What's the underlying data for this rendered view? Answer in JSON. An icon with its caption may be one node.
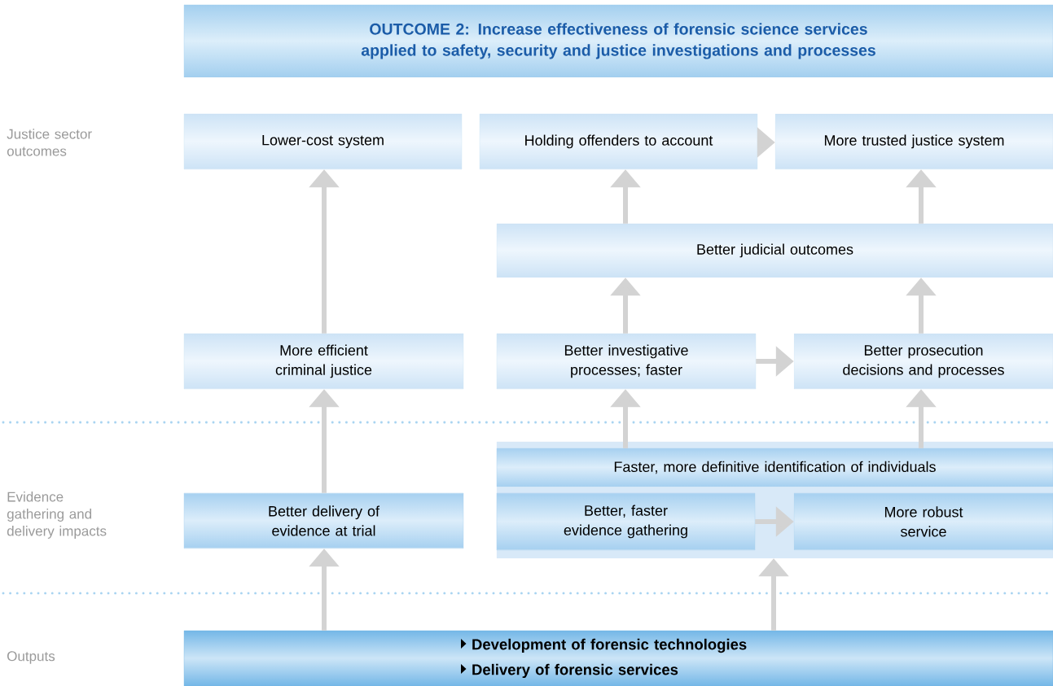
{
  "diagram": {
    "nodes": [
      {
        "text": [
          "OUTCOME 2:  Increase effectiveness of forensic science services applied to safety, security and justice investigations and processes"
        ]
      },
      {
        "text": [
          "Lower-cost system"
        ]
      },
      {
        "text": [
          "Holding offenders to account"
        ]
      },
      {
        "text": [
          "More trusted justice system"
        ]
      },
      {
        "text": [
          "Better judicial outcomes"
        ]
      },
      {
        "text": [
          "More efficient criminal justice"
        ]
      },
      {
        "text": [
          "Better investigative processes; faster"
        ]
      },
      {
        "text": [
          "Better prosecution decisions and processes"
        ]
      },
      {
        "text": [],
        "shape": "box"
      },
      {
        "text": [
          "Faster, more definitive identification of individuals"
        ],
        "in": 8
      },
      {
        "text": [
          "Better, faster evidence gathering"
        ],
        "in": 8
      },
      {
        "text": [
          "More robust service"
        ],
        "in": 8
      },
      {
        "text": [
          "Better delivery of evidence at trial"
        ]
      },
      {
        "text": [
          "Development of forensic technologies",
          "Delivery of forensic services"
        ]
      }
    ],
    "edges": [
      {
        "from": 5,
        "to": 1,
        "arrow": "to"
      },
      {
        "from": 2,
        "to": 3,
        "arrow": "to"
      },
      {
        "from": 4,
        "to": 2,
        "arrow": "to"
      },
      {
        "from": 4,
        "to": 3,
        "arrow": "to"
      },
      {
        "from": 6,
        "to": 4,
        "arrow": "to"
      },
      {
        "from": 7,
        "to": 4,
        "arrow": "to"
      },
      {
        "from": 6,
        "to": 7,
        "arrow": "to"
      },
      {
        "from": 9,
        "to": 6,
        "arrow": "to"
      },
      {
        "from": 9,
        "to": 7,
        "arrow": "to"
      },
      {
        "from": 12,
        "to": 5,
        "arrow": "to"
      },
      {
        "from": 10,
        "to": 11,
        "arrow": "to"
      },
      {
        "from": 13,
        "to": 12,
        "arrow": "to"
      },
      {
        "from": 13,
        "to": 8,
        "arrow": "to"
      }
    ],
    "labels": [
      "Justice sector outcomes",
      "Evidence gathering and delivery impacts",
      "Outputs"
    ]
  }
}
